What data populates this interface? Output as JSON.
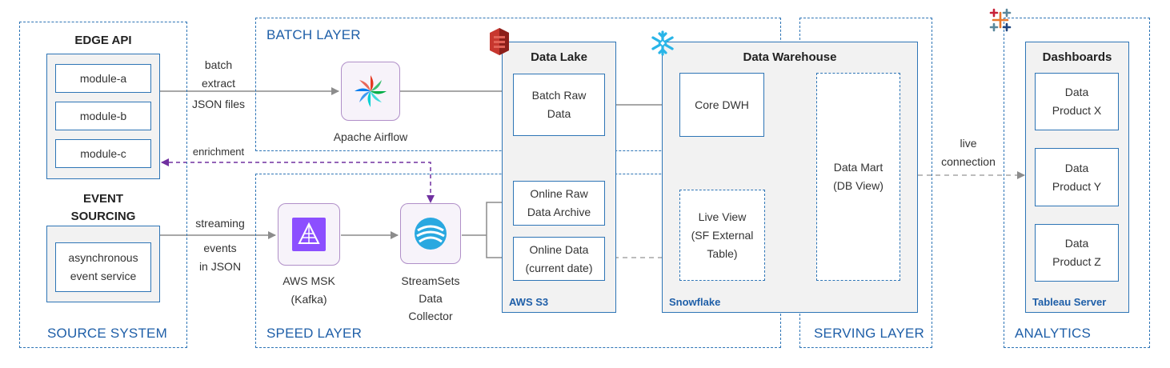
{
  "sections": {
    "source": "SOURCE SYSTEM",
    "batch": "BATCH LAYER",
    "speed": "SPEED LAYER",
    "serving": "SERVING LAYER",
    "analytics": "ANALYTICS"
  },
  "source": {
    "edge_api_title": "EDGE API",
    "modules": [
      "module-a",
      "module-b",
      "module-c"
    ],
    "event_sourcing_title_1": "EVENT",
    "event_sourcing_title_2": "SOURCING",
    "async_line1": "asynchronous",
    "async_line2": "event service"
  },
  "edges": {
    "batch_extract_1": "batch",
    "batch_extract_2": "extract",
    "json_files": "JSON files",
    "enrichment": "enrichment",
    "streaming": "streaming",
    "events_1": "events",
    "events_2": "in JSON",
    "live_1": "live",
    "live_2": "connection"
  },
  "tools": {
    "airflow": "Apache Airflow",
    "msk_1": "AWS MSK",
    "msk_2": "(Kafka)",
    "streamsets_1": "StreamSets",
    "streamsets_2": "Data",
    "streamsets_3": "Collector"
  },
  "data_lake": {
    "title": "Data Lake",
    "batch_raw_1": "Batch Raw",
    "batch_raw_2": "Data",
    "online_raw_1": "Online Raw",
    "online_raw_2": "Data Archive",
    "online_data_1": "Online Data",
    "online_data_2": "(current date)",
    "label": "AWS S3"
  },
  "warehouse": {
    "title": "Data Warehouse",
    "core_dwh": "Core DWH",
    "live_view_1": "Live View",
    "live_view_2": "(SF External",
    "live_view_3": "Table)",
    "data_mart_1": "Data Mart",
    "data_mart_2": "(DB View)",
    "label": "Snowflake"
  },
  "dashboards": {
    "title": "Dashboards",
    "products": [
      {
        "line1": "Data",
        "line2": "Product X"
      },
      {
        "line1": "Data",
        "line2": "Product Y"
      },
      {
        "line1": "Data",
        "line2": "Product Z"
      }
    ],
    "label": "Tableau Server"
  },
  "colors": {
    "section_blue": "#2e75b6",
    "panel_gray": "#f2f2f2",
    "arrow_gray": "#8c8c8c",
    "enrichment_purple": "#7030a0",
    "s3_red": "#c7372f",
    "snowflake_cyan": "#29b5e8"
  },
  "icons": [
    "aws-s3-icon",
    "snowflake-icon",
    "tableau-icon",
    "airflow-icon",
    "aws-msk-icon",
    "streamsets-icon"
  ]
}
